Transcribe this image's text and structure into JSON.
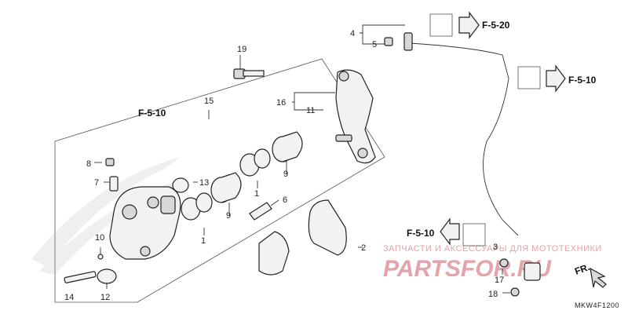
{
  "callouts": {
    "c1a": "1",
    "c1b": "1",
    "c2": "2",
    "c3": "3",
    "c4": "4",
    "c5": "5",
    "c6": "6",
    "c7": "7",
    "c8": "8",
    "c9a": "9",
    "c9b": "9",
    "c10": "10",
    "c11": "11",
    "c12": "12",
    "c13": "13",
    "c14": "14",
    "c15": "15",
    "c16": "16",
    "c17": "17",
    "c18": "18",
    "c19": "19"
  },
  "refs": {
    "f520": "F-5-20",
    "f510_right": "F-5-10",
    "f510_left": "F-5-10",
    "f510_mid": "F-5-10"
  },
  "direction": "FR.",
  "diagram_code": "MKW4F1200",
  "watermark": {
    "tagline": "ЗАПЧАСТИ И АКСЕССУАРЫ ДЛЯ МОТОТЕХНИКИ",
    "brand": "PARTSFOR.RU"
  }
}
